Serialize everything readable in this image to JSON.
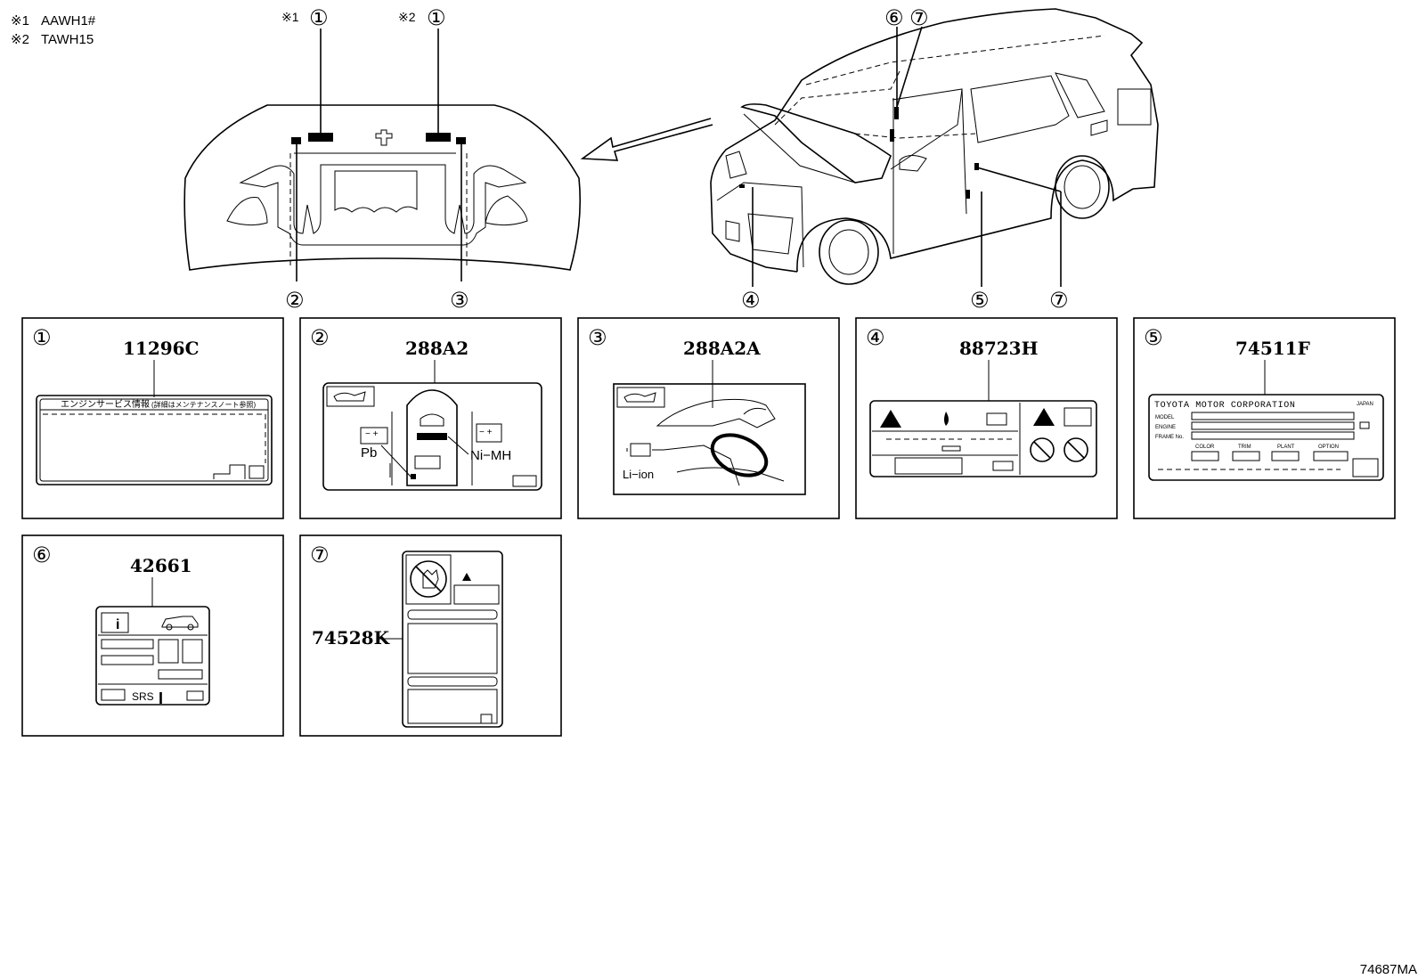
{
  "notes": [
    {
      "mark": "※1",
      "text": "AAWH1#"
    },
    {
      "mark": "※2",
      "text": "TAWH15"
    }
  ],
  "callouts": {
    "top_1a_mark": "※1",
    "top_1a_num": "①",
    "top_1b_mark": "※2",
    "top_1b_num": "①",
    "bottom_2": "②",
    "bottom_3": "③",
    "car_6": "⑥",
    "car_7": "⑦",
    "car_4": "④",
    "car_5": "⑤",
    "car_7b": "⑦"
  },
  "panels": [
    {
      "num": "①",
      "part": "11296C",
      "label_title": "エンジンサービス情報",
      "label_note": "(詳細はメンテナンスノート参照)"
    },
    {
      "num": "②",
      "part": "288A2",
      "text_a": "Pb",
      "text_b": "Ni−MH"
    },
    {
      "num": "③",
      "part": "288A2A",
      "text_a": "Li−ion"
    },
    {
      "num": "④",
      "part": "88723H"
    },
    {
      "num": "⑤",
      "part": "74511F",
      "company": "TOYOTA MOTOR CORPORATION",
      "country": "JAPAN",
      "fields": [
        "MODEL",
        "ENGINE",
        "FRAME No."
      ],
      "columns": [
        "COLOR",
        "TRIM",
        "PLANT",
        "OPTION"
      ]
    },
    {
      "num": "⑥",
      "part": "42661",
      "text_a": "SRS"
    },
    {
      "num": "⑦",
      "part": "74528K"
    }
  ],
  "footer_code": "74687MA"
}
